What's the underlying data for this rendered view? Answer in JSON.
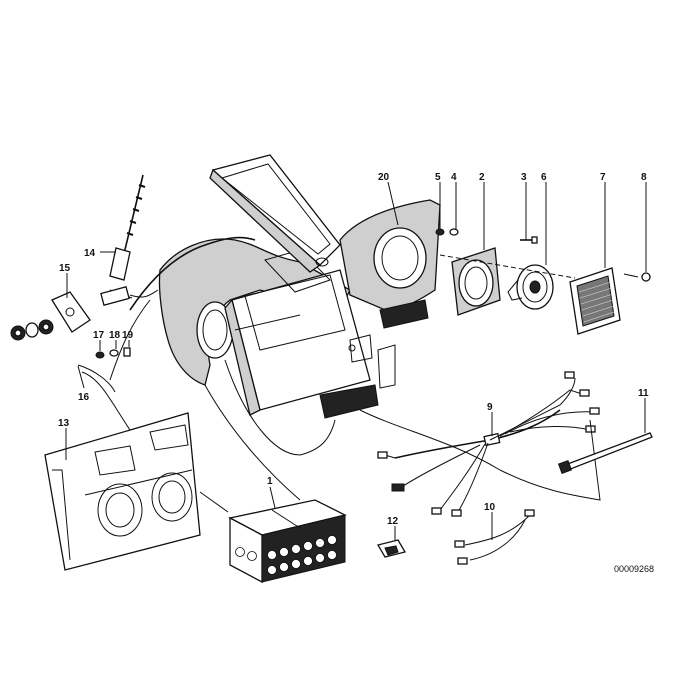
{
  "diagram_code": "00009268",
  "labels": [
    {
      "id": "1",
      "text": "1"
    },
    {
      "id": "2",
      "text": "2"
    },
    {
      "id": "3",
      "text": "3"
    },
    {
      "id": "4",
      "text": "4"
    },
    {
      "id": "5",
      "text": "5"
    },
    {
      "id": "6",
      "text": "6"
    },
    {
      "id": "7",
      "text": "7"
    },
    {
      "id": "8",
      "text": "8"
    },
    {
      "id": "9",
      "text": "9"
    },
    {
      "id": "10",
      "text": "10"
    },
    {
      "id": "11",
      "text": "11"
    },
    {
      "id": "12",
      "text": "12"
    },
    {
      "id": "13",
      "text": "13"
    },
    {
      "id": "14",
      "text": "14"
    },
    {
      "id": "15",
      "text": "15"
    },
    {
      "id": "16",
      "text": "16"
    },
    {
      "id": "17",
      "text": "17"
    },
    {
      "id": "18",
      "text": "18"
    },
    {
      "id": "19",
      "text": "19"
    },
    {
      "id": "20",
      "text": "20"
    }
  ]
}
